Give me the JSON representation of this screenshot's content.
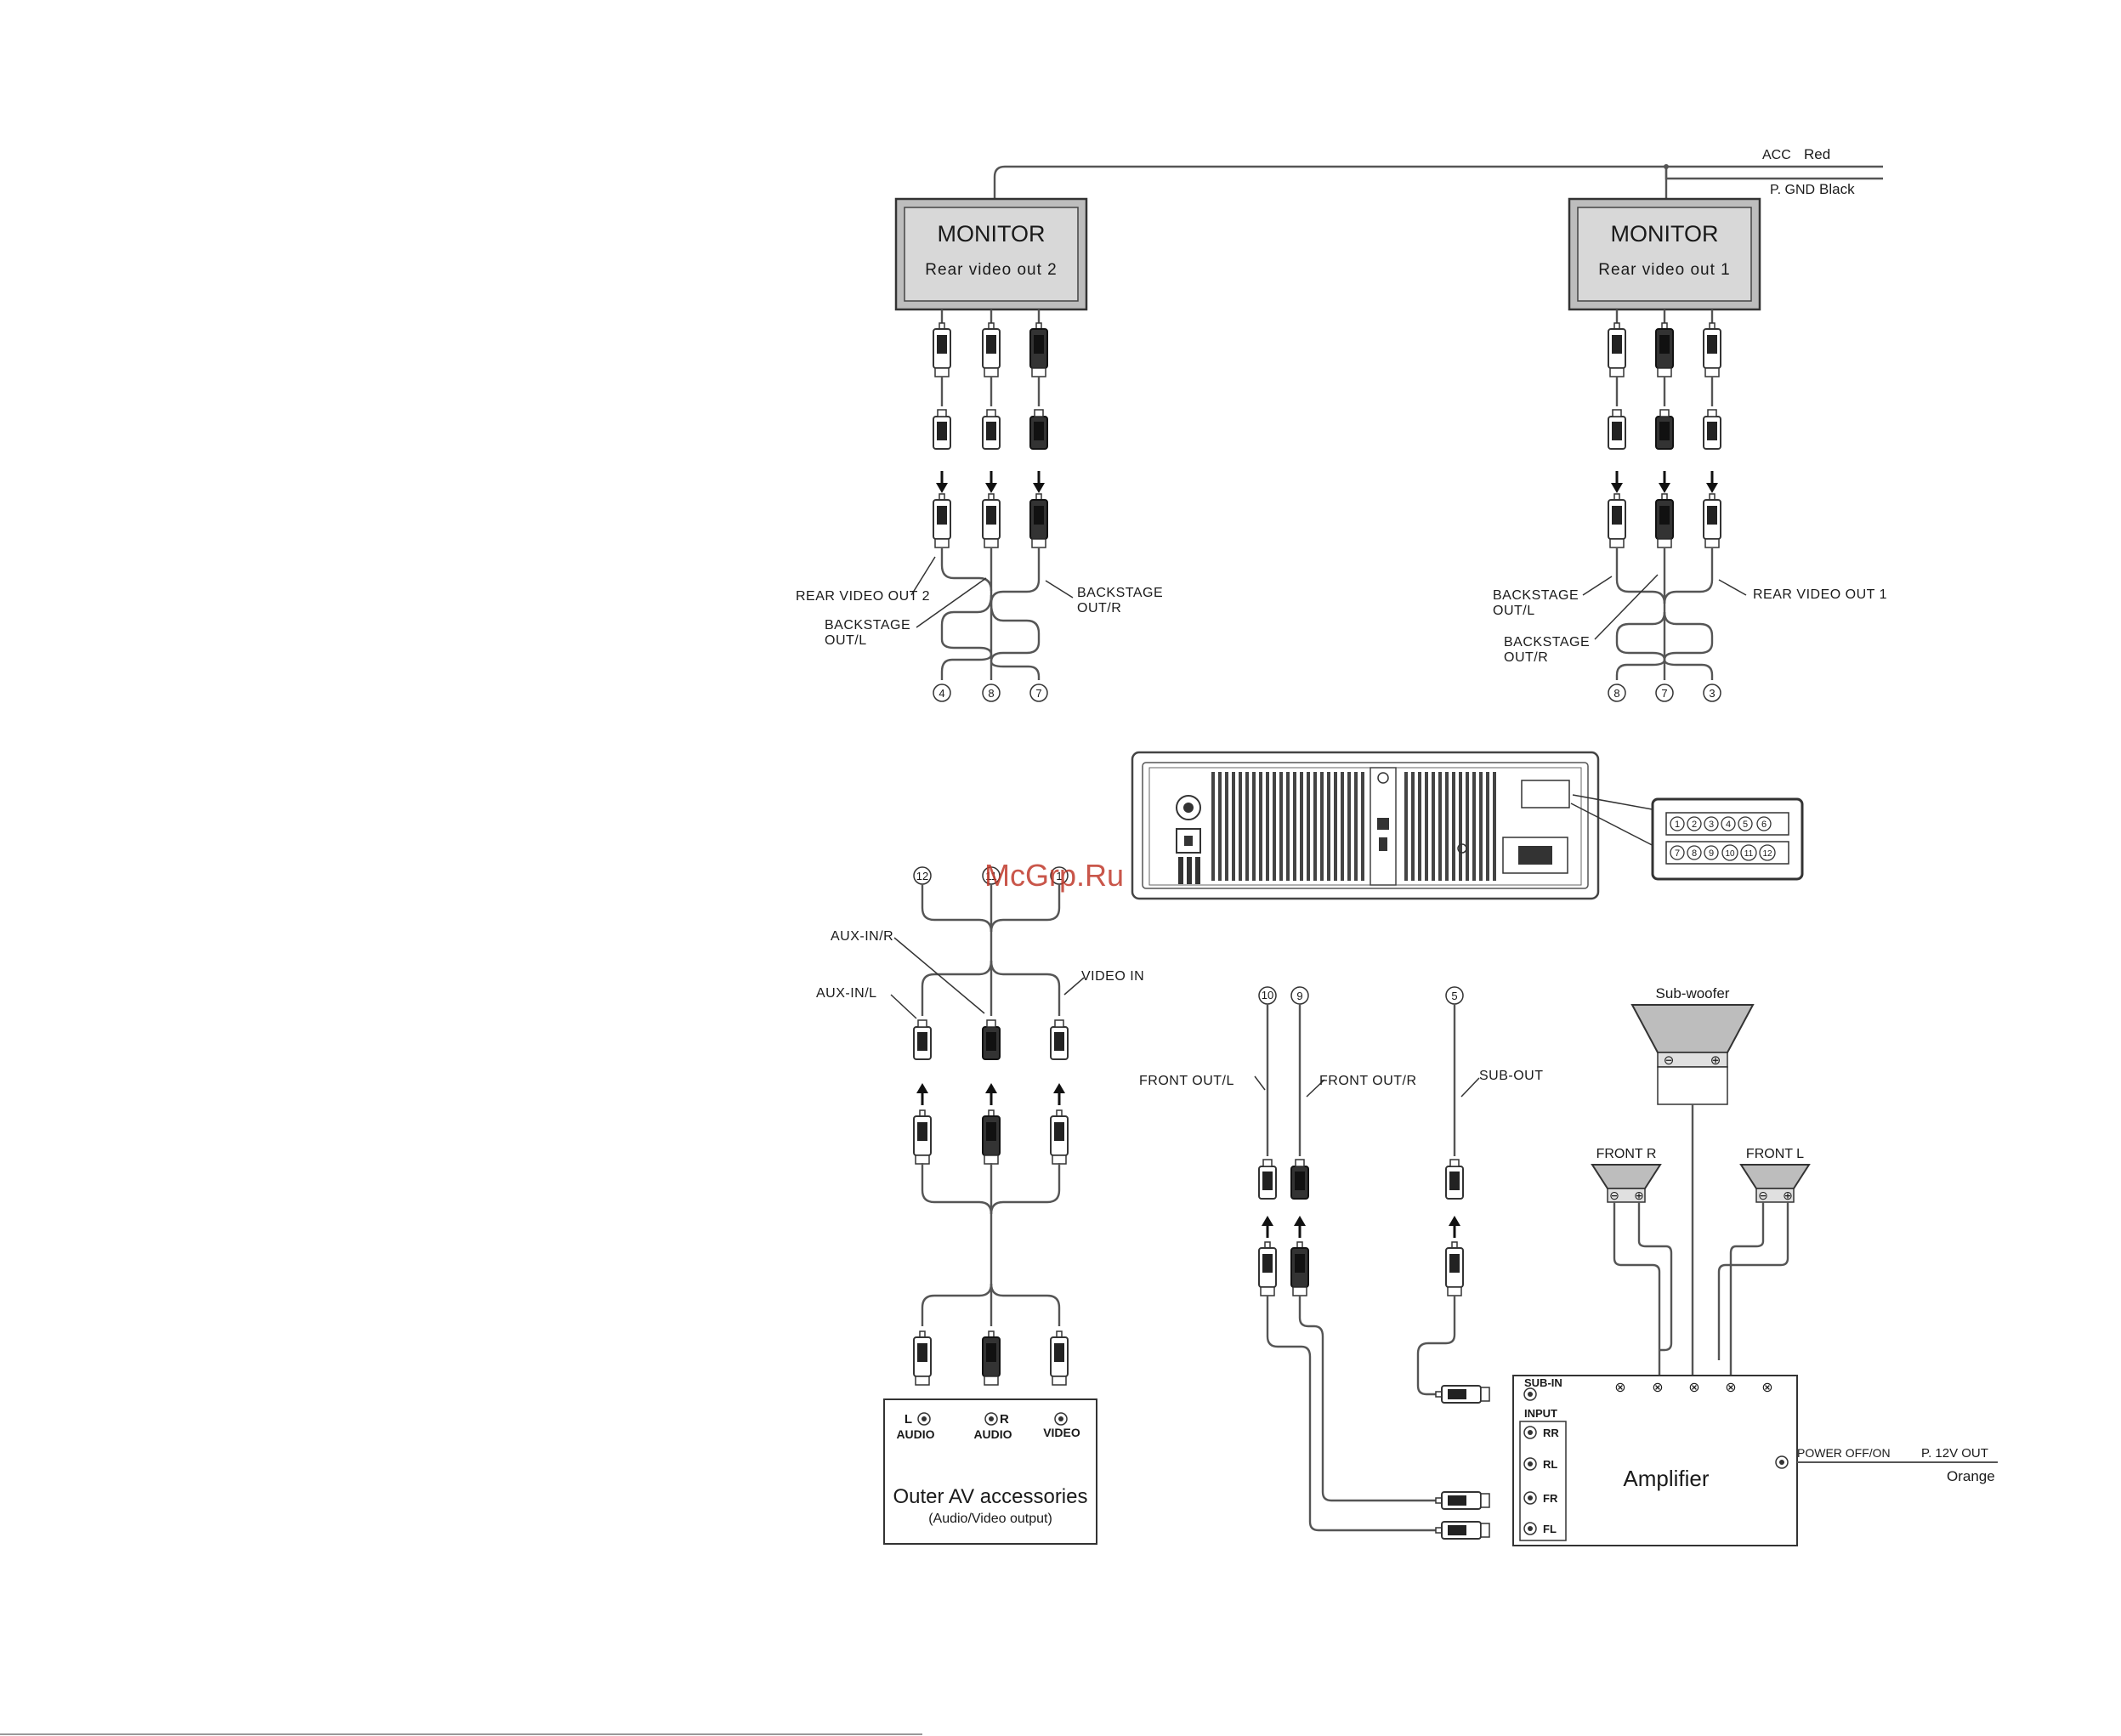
{
  "power": {
    "acc": "ACC",
    "acc_color": "Red",
    "gnd": "P. GND",
    "gnd_color": "Black"
  },
  "monitors": [
    {
      "title": "MONITOR",
      "subtitle": "Rear video out 2"
    },
    {
      "title": "MONITOR",
      "subtitle": "Rear video out 1"
    }
  ],
  "left_monitor_cables": {
    "rear_video_out_2": "REAR VIDEO OUT 2",
    "backstage_out_l": [
      "BACKSTAGE",
      "OUT/L"
    ],
    "backstage_out_r": [
      "BACKSTAGE",
      "OUT/R"
    ],
    "pins": [
      "4",
      "8",
      "7"
    ]
  },
  "right_monitor_cables": {
    "backstage_out_l": [
      "BACKSTAGE",
      "OUT/L"
    ],
    "backstage_out_r": [
      "BACKSTAGE",
      "OUT/R"
    ],
    "rear_video_out_1": "REAR VIDEO OUT 1",
    "pins": [
      "8",
      "7",
      "3"
    ]
  },
  "connector_pins": {
    "row1": [
      "1",
      "2",
      "3",
      "4",
      "5",
      "6"
    ],
    "row2": [
      "7",
      "8",
      "9",
      "10",
      "11",
      "12"
    ]
  },
  "aux": {
    "pins": [
      "12",
      "11",
      "1"
    ],
    "aux_in_r": "AUX-IN/R",
    "aux_in_l": "AUX-IN/L",
    "video_in": "VIDEO IN"
  },
  "outer_av": {
    "title": "Outer AV accessories",
    "subtitle": "(Audio/Video output)",
    "jack_l": "L",
    "jack_r": "R",
    "audio_l": "AUDIO",
    "audio_r": "AUDIO",
    "video": "VIDEO"
  },
  "front": {
    "pins": [
      "10",
      "9",
      "5"
    ],
    "front_out_l": "FRONT OUT/L",
    "front_out_r": "FRONT OUT/R",
    "sub_out": "SUB-OUT"
  },
  "speakers": {
    "subwoofer": "Sub-woofer",
    "front_r": "FRONT R",
    "front_l": "FRONT L"
  },
  "amplifier": {
    "title": "Amplifier",
    "sub_in": "SUB-IN",
    "input": "INPUT",
    "inputs": [
      "RR",
      "RL",
      "FR",
      "FL"
    ],
    "power": "POWER OFF/ON",
    "p12v": "P. 12V OUT",
    "p12v_color": "Orange"
  },
  "watermark": "McGrp.Ru"
}
